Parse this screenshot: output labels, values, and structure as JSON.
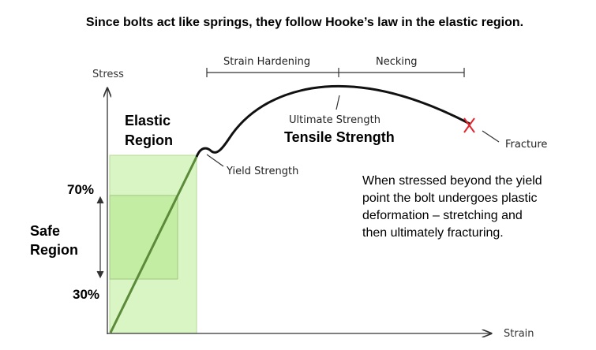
{
  "title": "Since bolts act like springs, they follow Hooke’s law in the elastic region.",
  "axes": {
    "y_label": "Stress",
    "x_label": "Strain"
  },
  "regions": {
    "elastic_line1": "Elastic",
    "elastic_line2": "Region",
    "safe_line1": "Safe",
    "safe_line2": "Region",
    "strain_hardening": "Strain Hardening",
    "necking": "Necking"
  },
  "levels": {
    "upper": "70%",
    "lower": "30%"
  },
  "points": {
    "yield": "Yield Strength",
    "ultimate": "Ultimate Strength",
    "tensile": "Tensile Strength",
    "fracture": "Fracture"
  },
  "note": {
    "line1": "When stressed beyond the yield",
    "line2": "point the bolt undergoes plastic",
    "line3": "deformation – stretching and",
    "line4": "then ultimately fracturing."
  },
  "colors": {
    "elastic_fill": "#d9f5c4",
    "safe_fill": "#c8efa8",
    "elastic_line": "#5a8a3a",
    "curve": "#111111",
    "fracture_mark": "#e0272e"
  }
}
